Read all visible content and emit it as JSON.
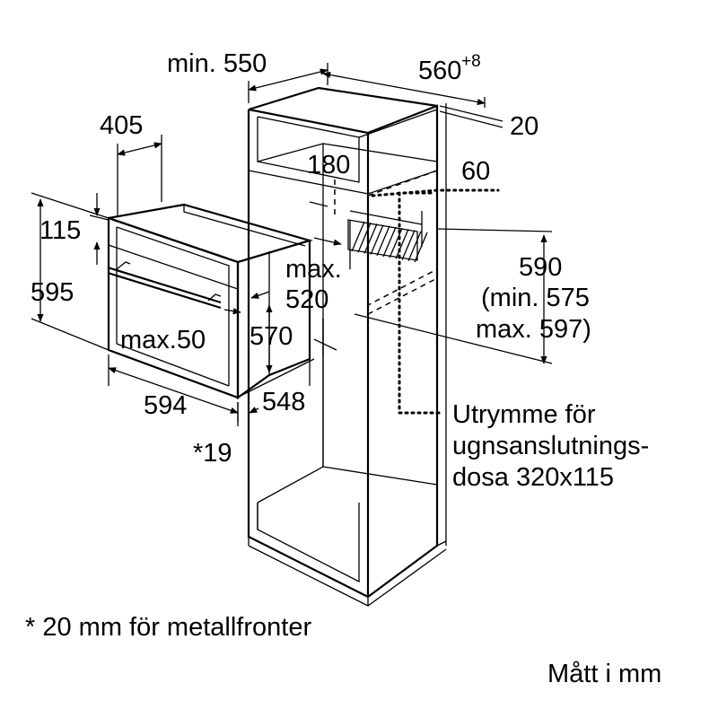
{
  "dimensions": {
    "cabinet_min_depth": "min. 550",
    "cabinet_width_base": "560",
    "cabinet_width_tolerance": "+8",
    "top_gap": "20",
    "oven_depth_top": "405",
    "vent_180": "180",
    "vent_60": "60",
    "front_115": "115",
    "oven_height": "595",
    "max_label": "max.",
    "max_520": "520",
    "niche_height": "590",
    "niche_min": "(min. 575",
    "niche_max": "max. 597)",
    "handle_max": "max.50",
    "body_depth": "570",
    "oven_width": "594",
    "body_width": "548",
    "front_offset": "*19"
  },
  "callout": {
    "line1": "Utrymme för",
    "line2": "ugnsanslutnings-",
    "line3": "dosa 320x115"
  },
  "footnote": "* 20 mm för metallfronter",
  "units_note": "Mått i mm"
}
